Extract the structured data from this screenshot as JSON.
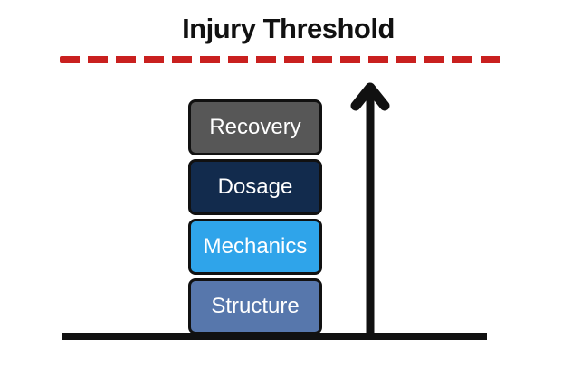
{
  "title": "Injury Threshold",
  "colors": {
    "threshold_dash": "#c9201f",
    "ink": "#111111",
    "label_text": "#ffffff",
    "background": "#ffffff"
  },
  "stack": {
    "boxes": [
      {
        "label": "Recovery",
        "color": "#575757"
      },
      {
        "label": "Dosage",
        "color": "#122b4d"
      },
      {
        "label": "Mechanics",
        "color": "#2fa4ea"
      },
      {
        "label": "Structure",
        "color": "#5777ac"
      }
    ]
  },
  "arrow": {
    "direction": "up",
    "color": "#111111"
  },
  "ground_line": {
    "color": "#111111"
  }
}
